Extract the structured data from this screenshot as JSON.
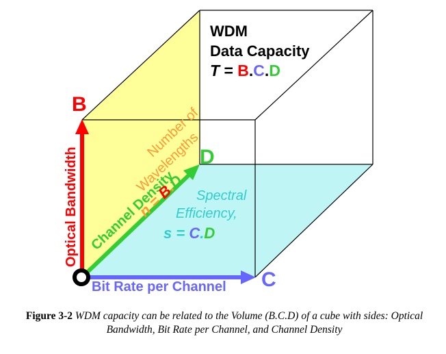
{
  "colors": {
    "yellow_face": "#FFFF99",
    "cyan_face": "#BFF5F5",
    "red": "#FF0000",
    "green": "#33CC33",
    "blue": "#6666FF",
    "orange": "#FF9933",
    "teal": "#33CCCC",
    "black": "#000000"
  },
  "vertex_labels": {
    "b": "B",
    "c": "C",
    "d": "D"
  },
  "axes": {
    "optical_bandwidth": "Optical Bandwidth",
    "bit_rate": "Bit Rate per Channel",
    "channel_density": "Channel Density"
  },
  "wavelengths": {
    "line1": "Number of",
    "line2": "Wavelengths",
    "n_prefix": "n = ",
    "n_b": "B",
    "n_dot": ".",
    "n_d": "D"
  },
  "spectral": {
    "line1": "Spectral",
    "line2": "Efficiency,",
    "s_prefix": "s = ",
    "s_c": "C",
    "s_dot": ".",
    "s_d": "D"
  },
  "wdm": {
    "line1": "WDM",
    "line2": "Data Capacity",
    "t_t": "T",
    "t_eq": " = ",
    "t_b": "B",
    "t_dot1": ".",
    "t_c": "C",
    "t_dot2": ".",
    "t_d": "D"
  },
  "caption": {
    "label": "Figure 3-2",
    "text": "WDM capacity can be related to the Volume (B.C.D) of a cube with sides: Optical Bandwidth, Bit Rate per Channel, and Channel Density"
  }
}
